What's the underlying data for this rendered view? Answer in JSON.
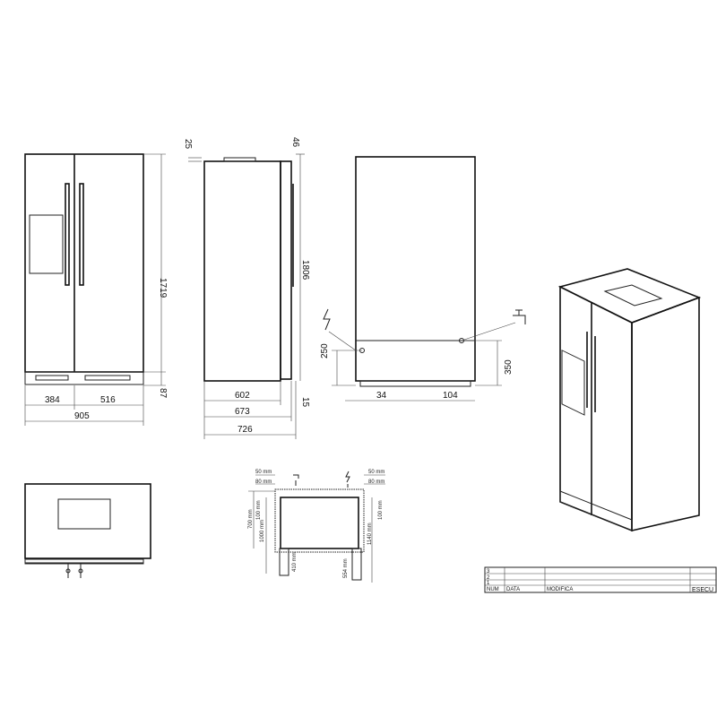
{
  "front_view": {
    "width_left": "384",
    "width_right": "516",
    "width_total": "905",
    "height": "1719",
    "base_height": "87"
  },
  "side_view": {
    "top_gap": "25",
    "door_top": "46",
    "height": "1806",
    "depth_body": "602",
    "depth_door": "673",
    "depth_handle": "726",
    "bottom_gap": "15"
  },
  "back_view": {
    "power_height": "250",
    "water_height": "350",
    "power_offset": "34",
    "water_offset": "104",
    "icons": [
      "lightning-icon",
      "water-tap-icon"
    ]
  },
  "installation": {
    "top_gap_1": "50 mm",
    "top_gap_2": "80 mm",
    "top_gap_3": "50 mm",
    "top_gap_4": "80 mm",
    "left_height": "700 mm",
    "left_inner": "100 mm",
    "left_cabinet": "1000 mm",
    "left_socket": "410 mm",
    "right_inner": "100 mm",
    "right_height": "1140 mm",
    "right_socket": "554 mm"
  },
  "title_block": {
    "rows": [
      "3",
      "2",
      "1"
    ],
    "headers": [
      "NUM",
      "DATA",
      "MODIFICA",
      "ESECU"
    ]
  }
}
